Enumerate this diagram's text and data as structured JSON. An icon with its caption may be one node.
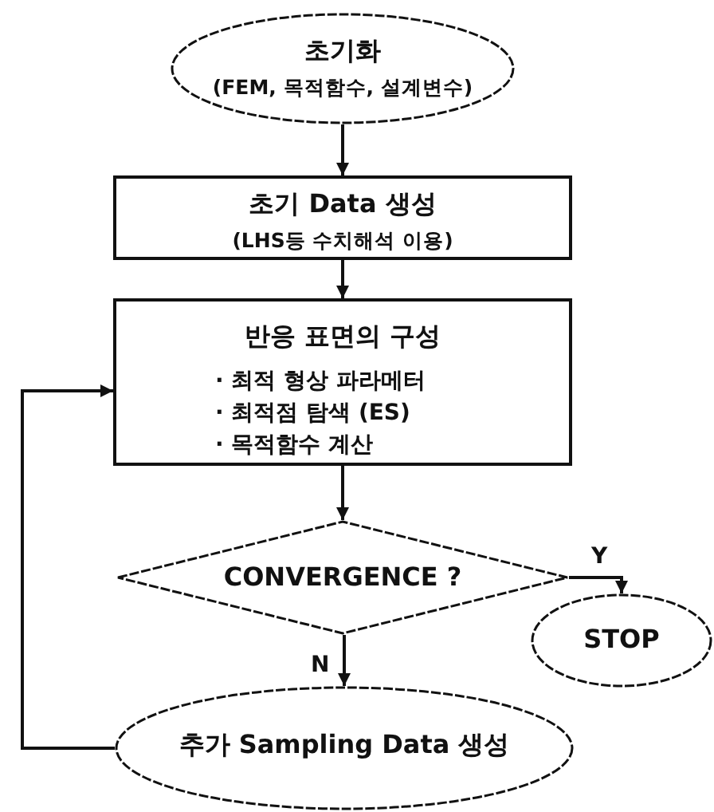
{
  "diagram": {
    "nodes": [
      {
        "text": [
          "초기화",
          "(FEM, 목적함수, 설계변수)"
        ]
      },
      {
        "text": [
          "초기 Data 생성",
          "(LHS등 수치해석 이용)"
        ]
      },
      {
        "text": [
          "반응 표면의 구성",
          "· 최적 형상 파라메터",
          "· 최적점 탐색 (ES)",
          "· 목적함수 계산"
        ]
      },
      {
        "text": [
          "CONVERGENCE ?"
        ]
      },
      {
        "text": [
          "STOP"
        ]
      },
      {
        "text": [
          "추가 Sampling Data 생성"
        ]
      }
    ],
    "edges": [
      {
        "from": 0,
        "to": 1,
        "arrow": "to"
      },
      {
        "from": 1,
        "to": 2,
        "arrow": "to"
      },
      {
        "from": 2,
        "to": 3,
        "arrow": "to"
      },
      {
        "from": 3,
        "to": 4,
        "arrow": "to",
        "label": "Y"
      },
      {
        "from": 3,
        "to": 5,
        "arrow": "to",
        "label": "N"
      },
      {
        "from": 5,
        "to": 2,
        "arrow": "to"
      }
    ]
  }
}
